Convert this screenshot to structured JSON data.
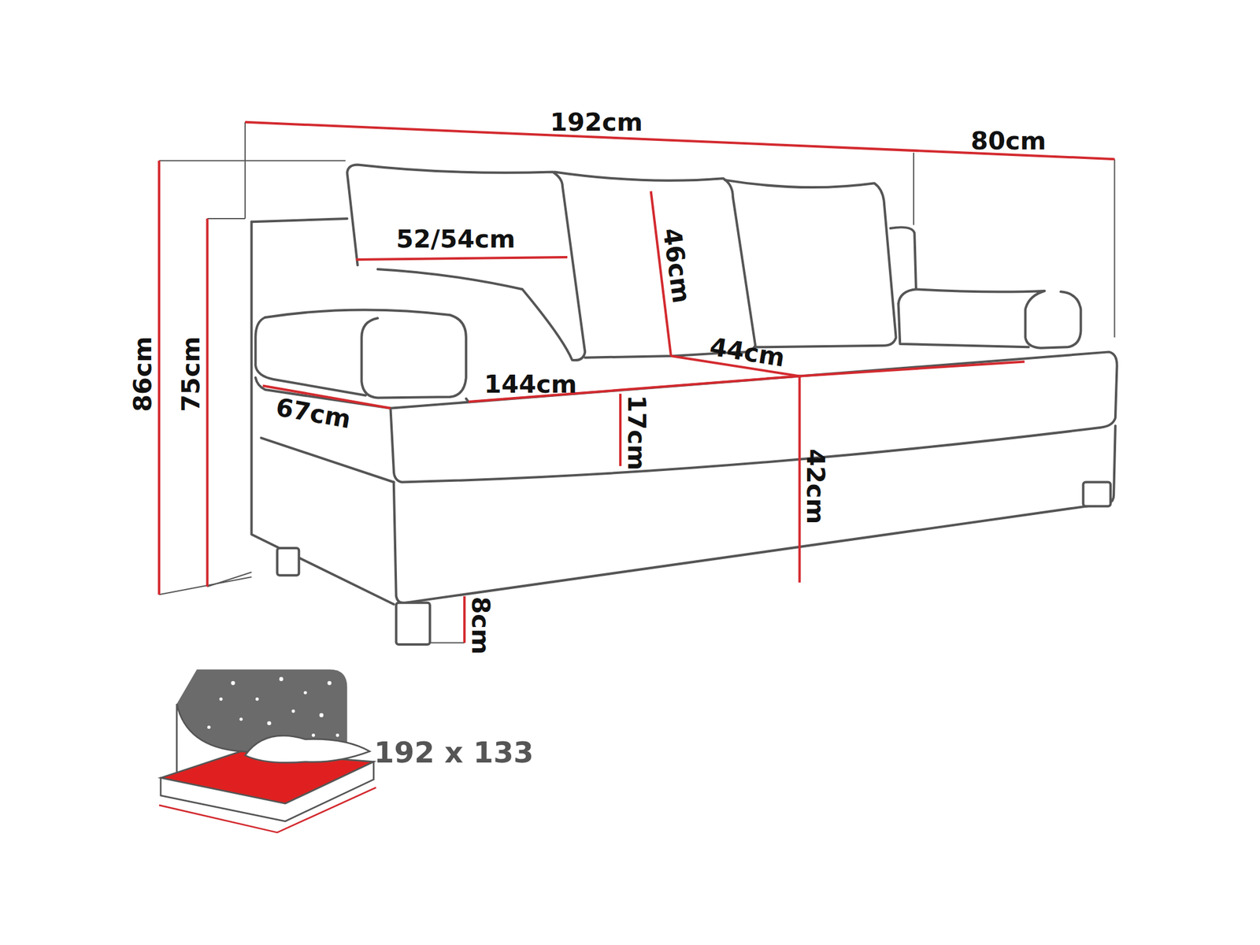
{
  "diagram": {
    "labels": [
      "192cm",
      "80cm",
      "52/54cm",
      "46cm",
      "44cm",
      "144cm",
      "67cm",
      "17cm",
      "42cm",
      "86cm",
      "75cm",
      "8cm",
      "192 x 133"
    ]
  }
}
